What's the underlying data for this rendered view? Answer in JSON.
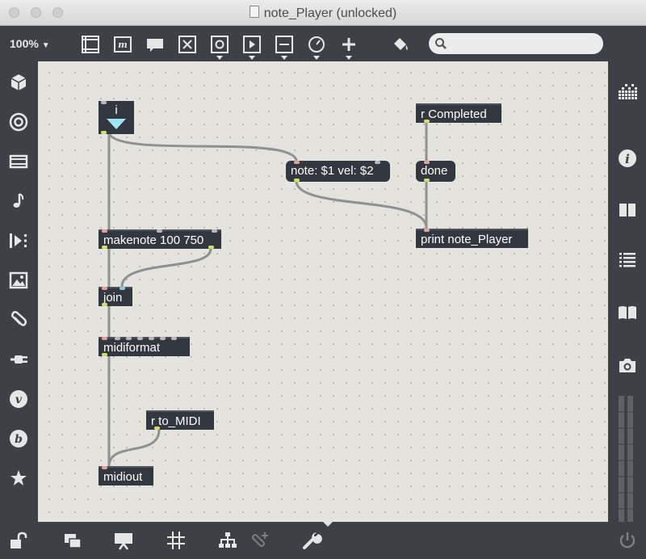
{
  "window": {
    "title": "note_Player (unlocked)"
  },
  "toolbar": {
    "zoom_label": "100%",
    "icons": [
      "presentation-icon",
      "comment-icon",
      "speech-bubble-icon",
      "bang-icon",
      "toggle-icon",
      "play-icon",
      "slider-icon",
      "dial-icon",
      "plus-icon",
      "paint-bucket-icon"
    ],
    "search_placeholder": ""
  },
  "left_sidebar": {
    "icons": [
      "cube-icon",
      "target-icon",
      "film-icon",
      "music-note-icon",
      "media-icon",
      "image-icon",
      "paperclip-icon",
      "plug-icon",
      "vizzie-v-icon",
      "beap-b-icon",
      "star-icon"
    ]
  },
  "right_sidebar": {
    "icons": [
      "grid-icon",
      "info-icon",
      "book-icon",
      "list-icon",
      "reference-book-icon",
      "camera-icon",
      "level-meter-icon"
    ]
  },
  "bottom_bar": {
    "icons": [
      "lock-icon",
      "windows-icon",
      "presentation-mode-icon",
      "grid-snap-icon",
      "hierarchy-icon",
      "attach-icon",
      "wrench-icon",
      "power-icon"
    ]
  },
  "patch": {
    "number_box": {
      "label": "i"
    },
    "objects": {
      "makenote": "makenote 100 750",
      "join": "join",
      "midiformat": "midiformat",
      "r_to_midi": "r to_MIDI",
      "midiout": "midiout",
      "r_completed": "r Completed",
      "done": "done",
      "print": "print note_Player"
    },
    "message": "note: $1 vel: $2"
  },
  "colors": {
    "canvas": "#e4e3dd",
    "object": "#333740",
    "chrome": "#3d4047",
    "patch_cord": "#8f9090",
    "number_triangle": "#9fe3f5"
  }
}
